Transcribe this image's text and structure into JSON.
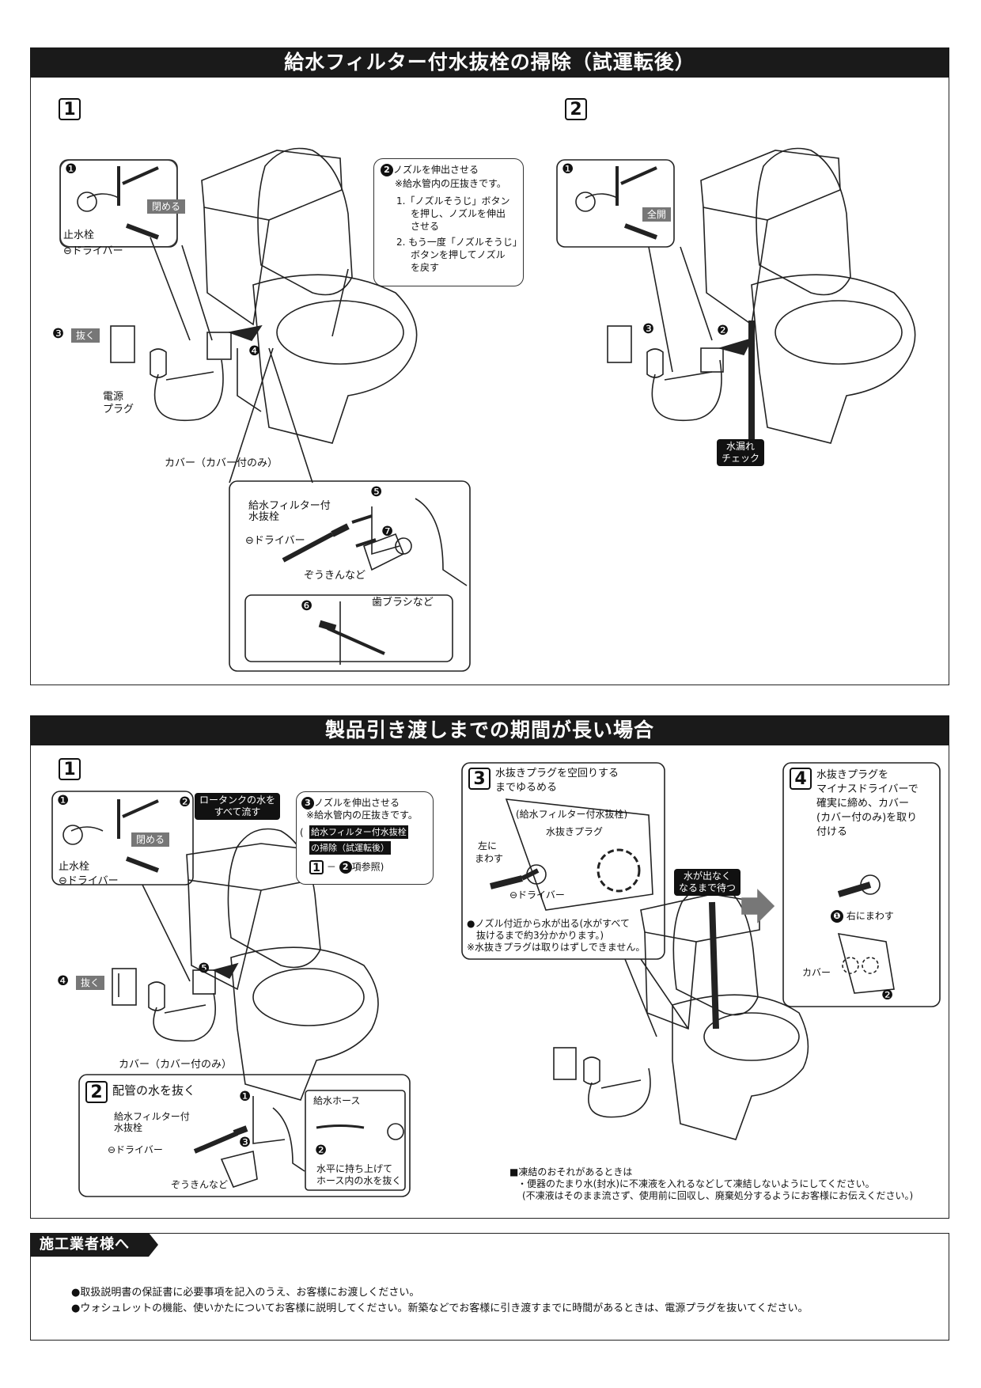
{
  "section1": {
    "title": "給水フィルター付水抜栓の掃除（試運転後）",
    "step1": "1",
    "step2": "2",
    "inset1": {
      "num": "❶",
      "close_badge": "閉める",
      "valve": "止水栓",
      "screwdriver": "⊖ドライバー"
    },
    "nozzle_callout": {
      "heading": "ノズルを伸出させる",
      "heading_num": "2",
      "note": "※給水管内の圧抜きです。",
      "line1": "1.「ノズルそうじ」ボタン",
      "line1b": "を押し、ノズルを伸出",
      "line1c": "させる",
      "line2": "2. もう一度「ノズルそうじ」",
      "line2b": "ボタンを押してノズル",
      "line2c": "を戻す"
    },
    "unplug_num": "❸",
    "unplug_badge": "抜く",
    "power_plug_l1": "電源",
    "power_plug_l2": "プラグ",
    "num4": "❹",
    "cover_label": "カバー（カバー付のみ）",
    "detail": {
      "num5": "❺",
      "num7": "❼",
      "num6": "❻",
      "filter_l1": "給水フィルター付",
      "filter_l2": "水抜栓",
      "screwdriver": "⊖ドライバー",
      "cloth": "ぞうきんなど",
      "brush": "歯ブラシなど"
    },
    "step2_inset": {
      "num": "❶",
      "open_badge": "全開"
    },
    "step2_num3": "❸",
    "step2_num2": "❷",
    "leak_check_l1": "水漏れ",
    "leak_check_l2": "チェック"
  },
  "section2": {
    "title": "製品引き渡しまでの期間が長い場合",
    "step1": "1",
    "inset1": {
      "num": "❶",
      "close_badge": "閉める",
      "valve": "止水栓",
      "screwdriver": "⊖ドライバー"
    },
    "tank_badge_num": "❷",
    "tank_badge_l1": "ロータンクの水を",
    "tank_badge_l2": "すべて流す",
    "nozzle_callout": {
      "heading_num": "3",
      "heading": "ノズルを伸出させる",
      "note": "※給水管内の圧抜きです。",
      "ref_l1": "給水フィルター付水抜栓",
      "ref_l2": "の掃除（試運転後）",
      "ref_box": "1",
      "ref_dash": "－",
      "ref_num": "2",
      "ref_tail": "項参照)",
      "paren_open": "("
    },
    "unplug_num": "❹",
    "unplug_badge": "抜く",
    "num5": "❺",
    "cover_label": "カバー（カバー付のみ）",
    "step2": {
      "num": "2",
      "title": "配管の水を抜く",
      "filter_l1": "給水フィルター付",
      "filter_l2": "水抜栓",
      "screwdriver": "⊖ドライバー",
      "cloth": "ぞうきんなど",
      "n1": "❶",
      "n3": "❸",
      "n2": "❷",
      "hose": "給水ホース",
      "lift_l1": "水平に持ち上げて",
      "lift_l2": "ホース内の水を抜く"
    },
    "step3": {
      "num": "3",
      "title_l1": "水抜きプラグを空回りする",
      "title_l2": "までゆるめる",
      "filter_paren": "(給水フィルター付水抜栓)",
      "drain_plug": "水抜きプラグ",
      "turn_left_l1": "左に",
      "turn_left_l2": "まわす",
      "screwdriver": "⊖ドライバー",
      "note1": "●ノズル付近から水が出る(水がすべて",
      "note1b": "抜けるまで約3分かかります。)",
      "note2": "※水抜きプラグは取りはずしできません。",
      "wait_l1": "水が出なく",
      "wait_l2": "なるまで待つ"
    },
    "step4": {
      "num": "4",
      "l1": "水抜きプラグを",
      "l2": "マイナスドライバーで",
      "l3": "確実に締め、カバー",
      "l4": "(カバー付のみ)を取り",
      "l5": "付ける",
      "turn_right": "右にまわす",
      "turn_num": "❶",
      "cover": "カバー",
      "num2": "❷"
    },
    "freeze": {
      "head": "■凍結のおそれがあるときは",
      "l1": "・便器のたまり水(封水)に不凍液を入れるなどして凍結しないようにしてください。",
      "l2": "(不凍液はそのまま流さず、使用前に回収し、廃棄処分するようにお客様にお伝えください。)"
    }
  },
  "section3": {
    "title": "施工業者様へ",
    "bullet1": "●取扱説明書の保証書に必要事項を記入のうえ、お客様にお渡しください。",
    "bullet2": "●ウォシュレットの機能、使いかたについてお客様に説明してください。新築などでお客様に引き渡すまでに時間があるときは、電源プラグを抜いてください。"
  },
  "colors": {
    "banner": "#1a1a1a",
    "badge_gray": "#777777",
    "line": "#222222"
  }
}
